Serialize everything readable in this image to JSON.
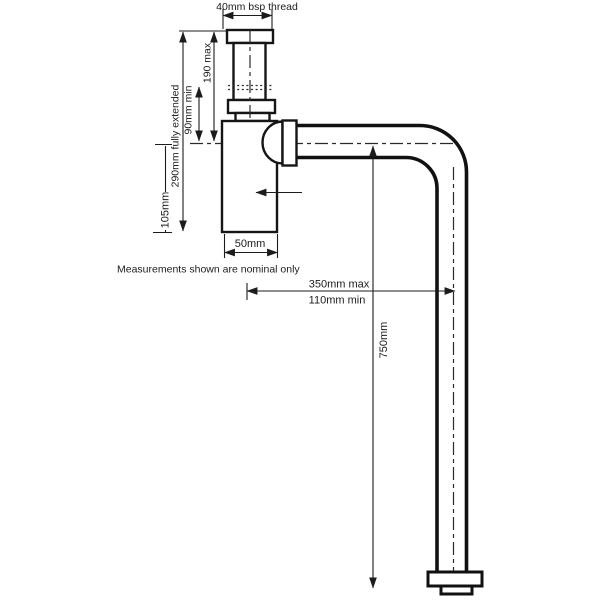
{
  "diagram": {
    "type": "technical-dimension-drawing",
    "subject": "bottle trap with telescopic inlet and rigid outlet pipe",
    "note": "Measurements shown are nominal only",
    "labels": {
      "thread": "40mm bsp thread",
      "inlet_height_max": "190 max",
      "inlet_height_min": "90mm min",
      "fully_extended": "290mm fully extended",
      "body_height": "105mm",
      "body_width": "50mm",
      "horizontal_reach_max": "350mm max",
      "horizontal_reach_min": "110mm min",
      "vertical_drop": "750mm"
    },
    "colors": {
      "line": "#1c1c1c",
      "background": "#ffffff"
    }
  }
}
